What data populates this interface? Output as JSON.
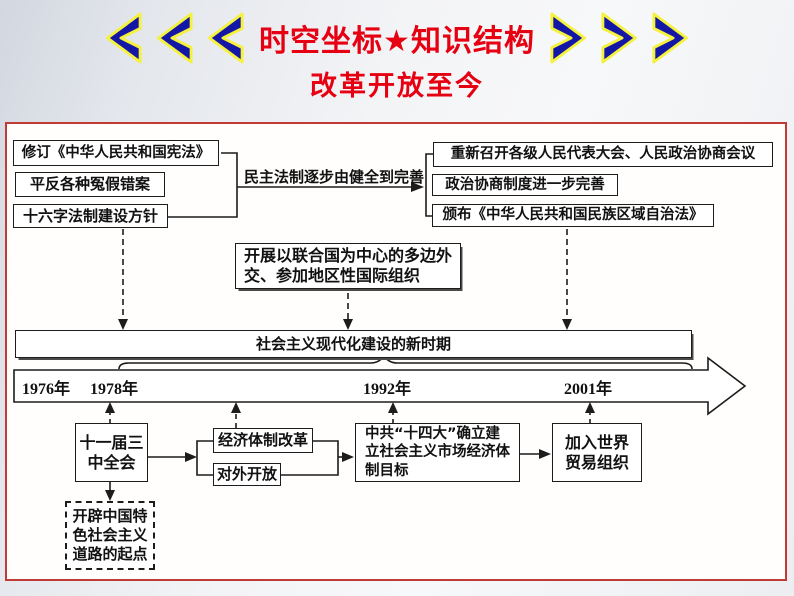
{
  "header": {
    "title": "时空坐标★知识结构",
    "subtitle": "改革开放至今"
  },
  "legal": {
    "items": [
      "修订《中华人民共和国宪法》",
      "平反各种冤假错案",
      "十六字法制建设方针"
    ],
    "summary": "民主法制逐步由健全到完善",
    "results": [
      "重新召开各级人民代表大会、人民政治协商会议",
      "政治协商制度进一步完善",
      "颁布《中华人民共和国民族区域自治法》"
    ]
  },
  "diplomacy": {
    "label": "开展以联合国为中心的多边外\n交、参加地区性国际组织"
  },
  "timeline": {
    "period_label": "社会主义现代化建设的新时期",
    "years": [
      "1976年",
      "1978年",
      "1992年",
      "2001年"
    ]
  },
  "economy": {
    "third_plenum": "十一届三\n中全会",
    "reform": "经济体制改革",
    "opening": "对外开放",
    "fourteenth_congress": "中共“十四大”确立建\n立社会主义市场经济体\n制目标",
    "wto": "加入世界\n贸易组织",
    "path_origin": "开辟中国特\n色社会主义\n道路的起点"
  },
  "colors": {
    "title_red": "#e60011",
    "frame_red": "#c13a36",
    "chevron_blue": "#1417a6",
    "chevron_yellow": "#f4f23c",
    "line_black": "#1c1c1c"
  }
}
